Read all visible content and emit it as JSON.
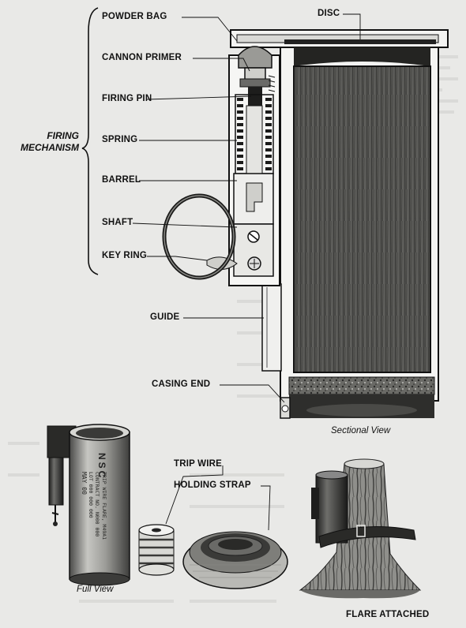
{
  "heading": {
    "line1": "FIRING",
    "line2": "MECHANISM"
  },
  "labels": {
    "powder_bag": "POWDER BAG",
    "cannon_primer": "CANNON PRIMER",
    "firing_pin": "FIRING PIN",
    "spring": "SPRING",
    "barrel": "BARREL",
    "shaft": "SHAFT",
    "key_ring": "KEY RING",
    "guide": "GUIDE",
    "casing_end": "CASING END",
    "disc": "DISC",
    "trip_wire": "TRIP WIRE",
    "holding_strap": "HOLDING STRAP",
    "flare_attached": "FLARE ATTACHED"
  },
  "captions": {
    "sectional_view": "Sectional View",
    "full_view": "Full View"
  },
  "casing_markings": {
    "brand": "NSC",
    "line1": "TRIP WIRE FLARE, M49A1",
    "line2": "CONTRACT NO. N000 000",
    "line3": "LOT 000 000 000",
    "line4": "MAY 00"
  }
}
